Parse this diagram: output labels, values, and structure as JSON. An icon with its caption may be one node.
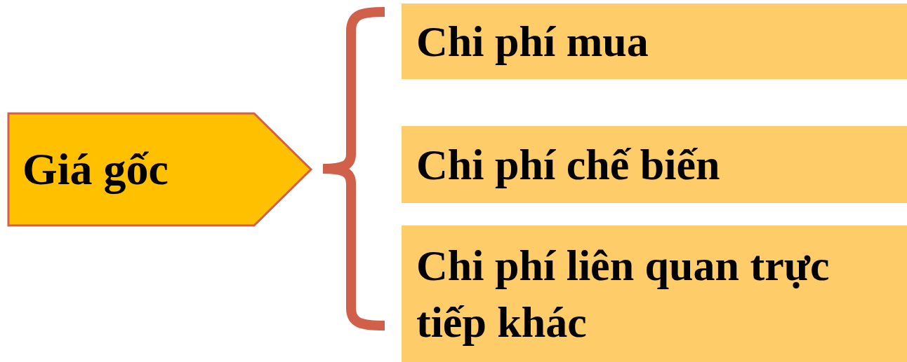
{
  "diagram": {
    "nodes": [
      {
        "text": [
          "Giá gốc"
        ]
      },
      {
        "text": [
          "Chi phí mua"
        ]
      },
      {
        "text": [
          "Chi phí chế biến"
        ]
      },
      {
        "text": [
          "Chi phí liên quan trực tiếp khác"
        ]
      }
    ]
  }
}
